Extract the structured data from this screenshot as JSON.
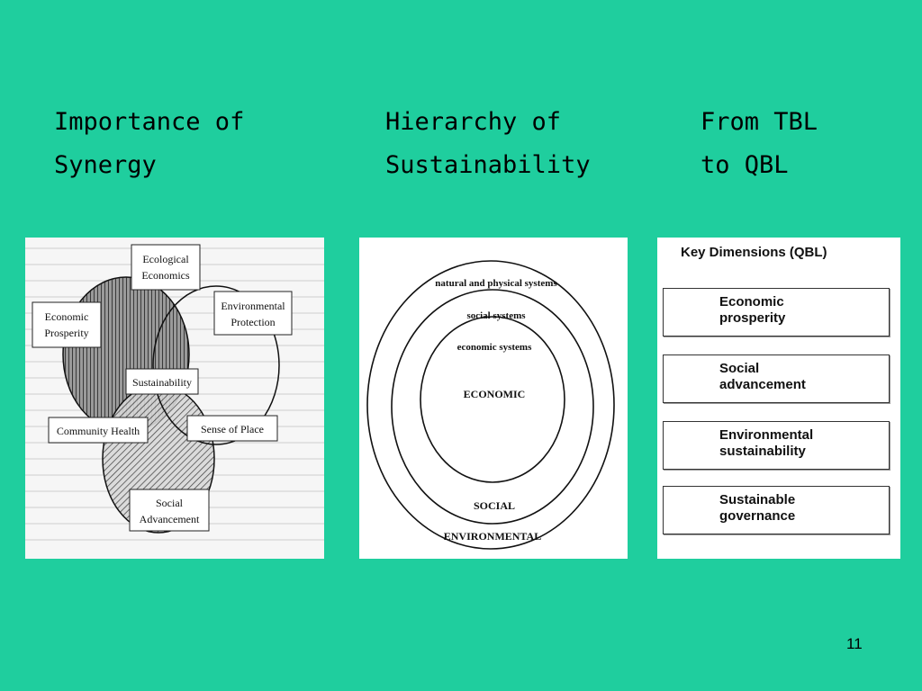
{
  "headings": {
    "synergy": [
      "Importance of",
      "Synergy"
    ],
    "hierarchy": [
      "Hierarchy of",
      "Sustainability"
    ],
    "tbl": [
      "From TBL",
      "to QBL"
    ]
  },
  "synergy_diagram": {
    "labels": {
      "ecological_economics": [
        "Ecological",
        "Economics"
      ],
      "economic_prosperity": [
        "Economic",
        "Prosperity"
      ],
      "environmental_protection": [
        "Environmental",
        "Protection"
      ],
      "sustainability": "Sustainability",
      "community_health": "Community Health",
      "sense_of_place": "Sense of Place",
      "social_advancement": [
        "Social",
        "Advancement"
      ]
    }
  },
  "hierarchy_diagram": {
    "natural": "natural and physical systems",
    "social_systems": "social systems",
    "economic_systems": "economic systems",
    "economic": "ECONOMIC",
    "social": "SOCIAL",
    "environmental": "ENVIRONMENTAL"
  },
  "qbl": {
    "title": "Key Dimensions (QBL)",
    "items": [
      "Economic\nprosperity",
      "Social\nadvancement",
      "Environmental\nsustainability",
      "Sustainable\ngovernance"
    ]
  },
  "page_number": "11",
  "colors": {
    "background": "#1fce9e"
  }
}
